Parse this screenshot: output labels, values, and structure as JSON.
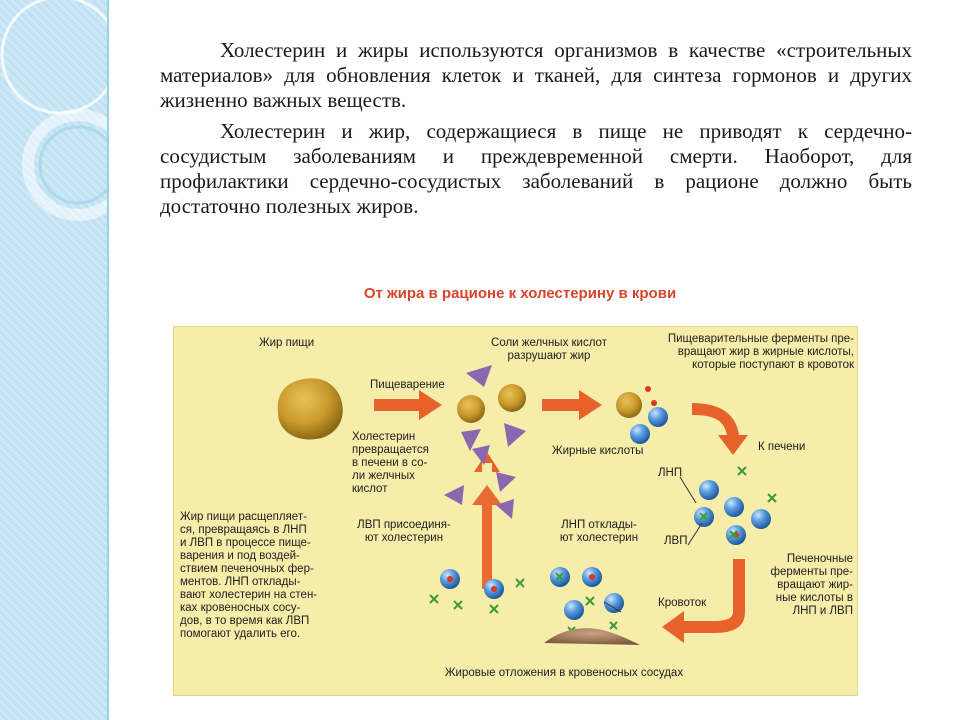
{
  "paragraphs": [
    "Холестерин и жиры используются организмов в качестве «строительных материалов» для обновления клеток и тканей, для синтеза гормонов и других жизненно важных веществ.",
    "Холестерин и жир, содержащиеся в пище не приводят к сердечно-сосудистым заболеваниям и преждевременной смерти. Наоборот, для профилактики сердечно-сосудистых заболеваний в рационе должно быть достаточно полезных жиров."
  ],
  "diagram": {
    "title": "От жира в рационе к холестерину в крови",
    "labels": {
      "food_fat": "Жир пищи",
      "digestion": "Пищеварение",
      "bile_salts": "Соли желчных кислот\nразрушают жир",
      "enzymes": "Пищеварительные ферменты пре-\nвращают жир в жирные кислоты,\nкоторые поступают в кровоток",
      "fatty_acids": "Жирные кислоты",
      "to_liver": "К печени",
      "cholesterol_liver": "Холестерин\nпревращается\nв печени в со-\nли желчных\nкислот",
      "ldl": "ЛНП",
      "hdl": "ЛВП",
      "split_note": "Жир пищи расщепляет-\nся, превращаясь в ЛНП\nи ЛВП в процессе пище-\nварения и под воздей-\nствием печеночных фер-\nментов. ЛНП отклады-\nвают холестерин на стен-\nках кровеносных сосу-\nдов, в то время как ЛВП\nпомогают удалить его.",
      "hdl_attach": "ЛВП присоединя-\nют холестерин",
      "ldl_deposit": "ЛНП отклады-\nют холестерин",
      "bloodstream": "Кровоток",
      "liver_enzymes": "Печеночные\nферменты пре-\nвращают жир-\nные кислоты в\nЛНП и ЛВП",
      "deposits": "Жировые отложения в кровеносных сосудах"
    }
  },
  "colors": {
    "diagram_bg": "#f6edaa",
    "arrow": "#e8632c",
    "title": "#d8452a",
    "blue_ball": "#3f7fc8",
    "triangle": "#8b67b0",
    "green_mark": "#3e9a3a",
    "fat_blob": "#c99a2c"
  }
}
